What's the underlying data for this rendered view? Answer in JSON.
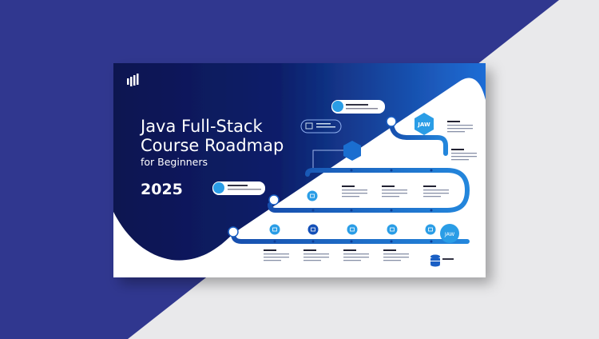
{
  "slide": {
    "title_line1": "Java  Full-Stack",
    "title_line2": "Course Roadmap",
    "subtitle": "for Beginners",
    "year": "2025",
    "badges": {
      "hex_badge": "JAW",
      "end_badge": "JAW"
    }
  },
  "colors": {
    "background_blue": "#30378f",
    "background_gray": "#e9e9eb",
    "panel_navy": "#0a1450",
    "panel_blue": "#1e5fc6",
    "track_blue": "#1f72d2",
    "icon_blue": "#2a9de6"
  }
}
